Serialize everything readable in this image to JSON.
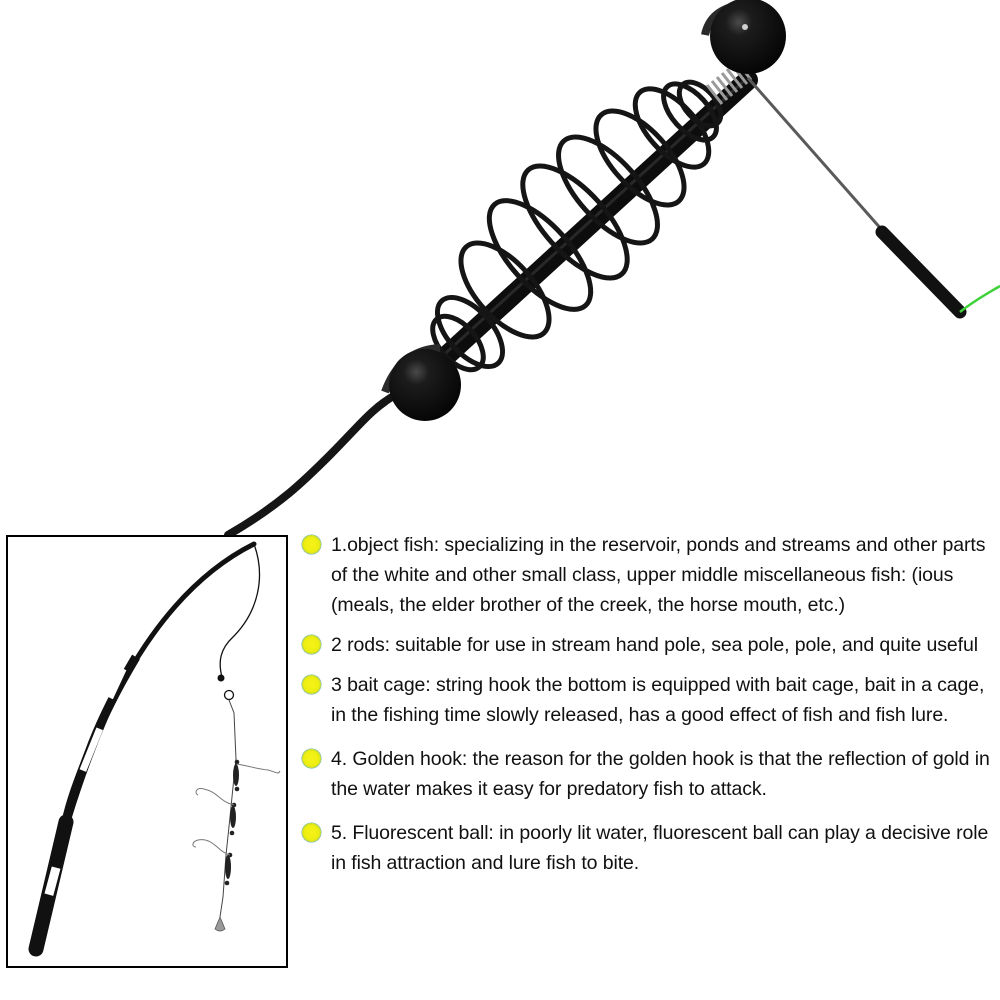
{
  "product": {
    "name": "spring bait cage feeder rig",
    "colors": {
      "cage": "#141414",
      "bead": "#0c0c0c",
      "line": "#3fd13a",
      "bullet_fill": "#f2f01a",
      "bullet_ring": "#2d8a82"
    }
  },
  "inset": {
    "caption_hidden": "",
    "illustration": "fishing-rod-with-cage-rig"
  },
  "features": [
    {
      "icon": "bullet-dot-icon",
      "text": "1.object fish: specializing in the reservoir, ponds and streams and other parts of the white and other small class, upper middle miscellaneous fish: (ious (meals, the elder brother of the creek, the horse mouth, etc.)"
    },
    {
      "icon": "bullet-dot-icon",
      "text": "2 rods: suitable for use in stream hand pole, sea pole, pole, and quite useful"
    },
    {
      "icon": "bullet-dot-icon",
      "text": "3 bait cage: string hook the bottom is equipped with bait cage, bait in a cage, in the fishing time slowly released, has a good effect of fish and fish lure."
    },
    {
      "icon": "bullet-dot-icon",
      "text": "4. Golden hook: the reason for the golden hook is that the reflection of gold in the water makes it easy for predatory fish to attack."
    },
    {
      "icon": "bullet-dot-icon",
      "text": "5. Fluorescent ball: in poorly lit water, fluorescent ball can play a decisive role in fish attraction and lure fish to bite."
    }
  ]
}
